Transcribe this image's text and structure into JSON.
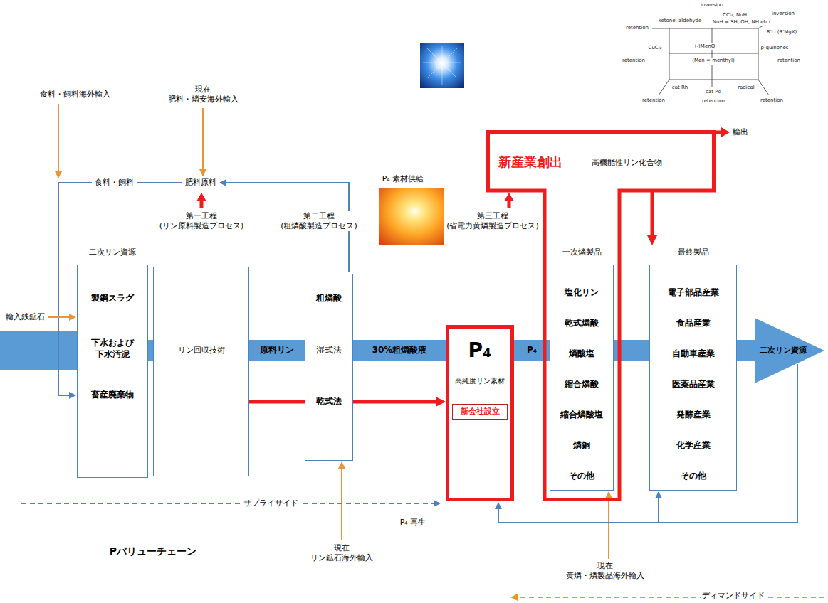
{
  "diagram": {
    "title": "Pバリューチェーン",
    "nodes": [
      {
        "text": [
          "二次リン資源",
          "製鋼スラグ",
          "下水および 下水汚泥",
          "畜産廃棄物"
        ]
      },
      {
        "text": [
          "リン回収技術"
        ]
      },
      {
        "text": [
          "粗燐酸",
          "湿式法",
          "乾式法"
        ]
      },
      {
        "text": [
          "P₄",
          "高純度リン素材"
        ]
      },
      {
        "text": [
          "新会社設立"
        ],
        "in": 3
      },
      {
        "text": [
          "新産業創出",
          "高機能性リン化合物"
        ]
      },
      {
        "text": [
          "一次燐製品",
          "塩化リン",
          "乾式燐酸",
          "燐酸塩",
          "縮合燐酸",
          "縮合燐酸塩",
          "燐銅",
          "その他"
        ],
        "in": 5
      },
      {
        "text": [
          "最終製品",
          "電子部品産業",
          "食品産業",
          "自動車産業",
          "医薬品産業",
          "発酵産業",
          "化学産業",
          "その他"
        ]
      }
    ],
    "edges": [
      {
        "from": 0,
        "to": 1,
        "arrow": "none"
      },
      {
        "from": 1,
        "to": 2,
        "arrow": "none",
        "label": "原料リン"
      },
      {
        "from": 2,
        "to": 3,
        "arrow": "none",
        "label": "30%粗燐酸液"
      },
      {
        "from": 3,
        "to": 6,
        "arrow": "none",
        "label": "P₄"
      },
      {
        "from": 6,
        "to": 7,
        "arrow": "none"
      },
      {
        "from": 1,
        "to": 2,
        "arrow": "none"
      },
      {
        "from": 2,
        "to": 3,
        "arrow": "to"
      },
      {
        "from": 5,
        "to": 7,
        "arrow": "to"
      }
    ],
    "labels": [
      "食料・飼料海外輸入",
      "現在 肥料・燐安海外輸入",
      "食料・飼料",
      "肥料原料",
      "第一工程 (リン原料製造プロセス)",
      "第二工程 (粗燐酸製造プロセス)",
      "P₄ 素材供給",
      "第三工程 (省電力黄燐製造プロセス)",
      "輸出",
      "輸入鉄鉱石",
      "二次リン資源",
      "サプライサイド",
      "現在 リン鉱石海外輸入",
      "P₄ 再生",
      "現在 黄燐・燐製品海外輸入",
      "ディマンドサイド",
      "inversion",
      "CCl₄, NuH",
      "inversion",
      "ketone, aldehyde",
      "NuH = SH, OH, NH etc",
      "retention",
      "R'Li (R'MgX)",
      "(-)MenO",
      "CuCl₂",
      "p-quinones",
      "(Men = menthyl)",
      "retention",
      "retention",
      "cat Rh",
      "radical",
      "cat Pd",
      "retention",
      "retention",
      "retention"
    ]
  }
}
